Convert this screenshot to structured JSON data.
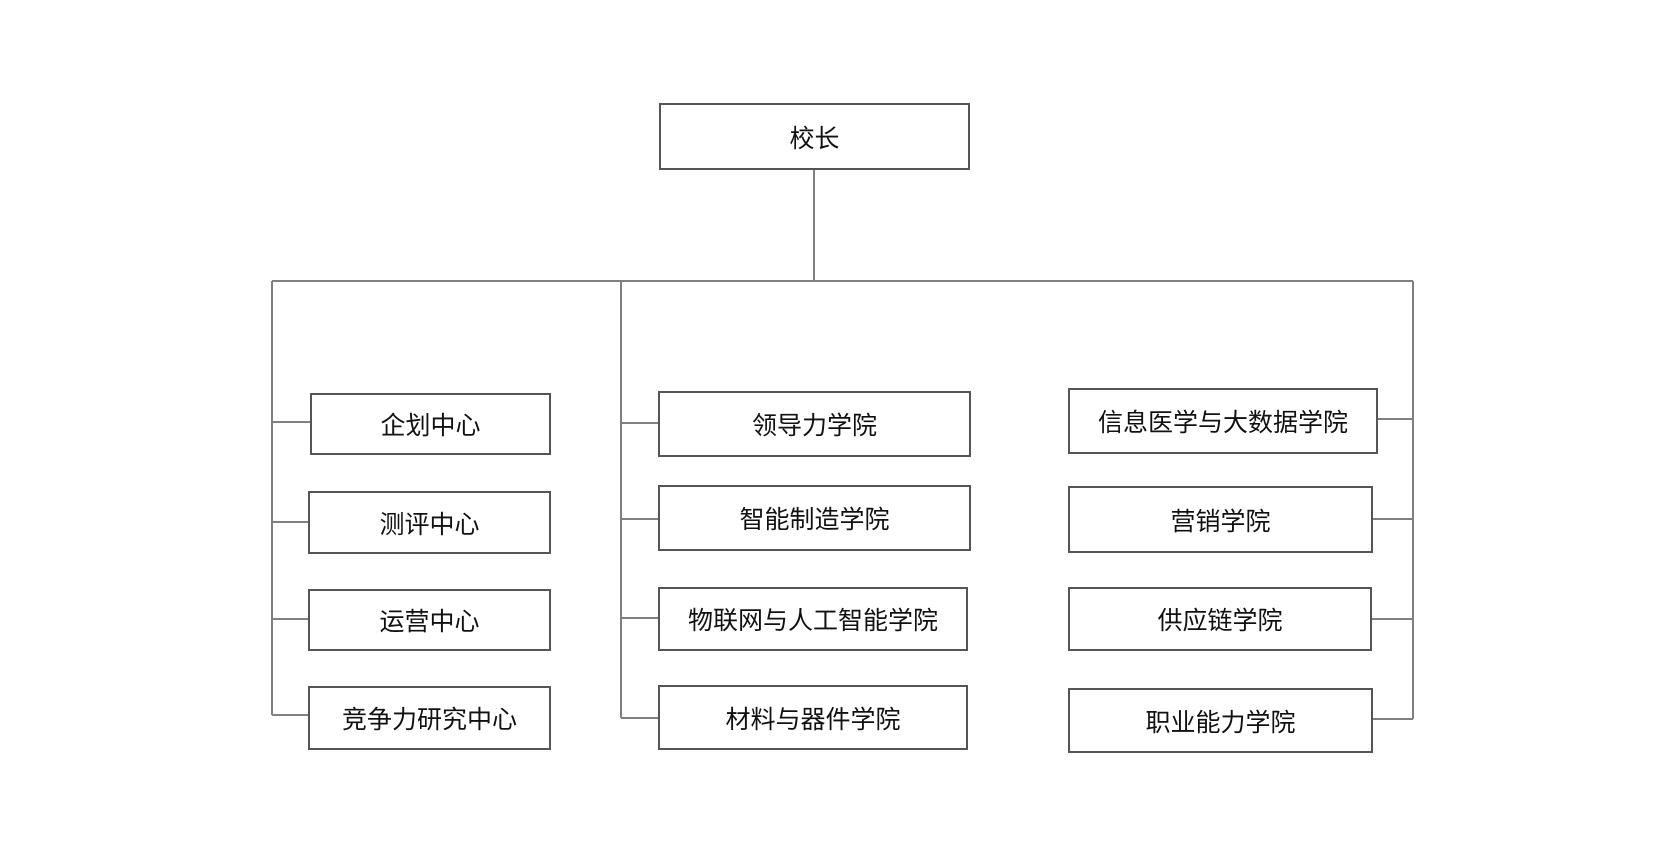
{
  "org_chart": {
    "root": {
      "label": "校长"
    },
    "left_column": [
      {
        "label": "企划中心"
      },
      {
        "label": "测评中心"
      },
      {
        "label": "运营中心"
      },
      {
        "label": "竞争力研究中心"
      }
    ],
    "middle_column": [
      {
        "label": "领导力学院"
      },
      {
        "label": "智能制造学院"
      },
      {
        "label": "物联网与人工智能学院"
      },
      {
        "label": "材料与器件学院"
      }
    ],
    "right_column": [
      {
        "label": "信息医学与大数据学院"
      },
      {
        "label": "营销学院"
      },
      {
        "label": "供应链学院"
      },
      {
        "label": "职业能力学院"
      }
    ]
  },
  "colors": {
    "line": "#808080",
    "box_border": "#555555",
    "text": "#111111",
    "background": "#ffffff"
  }
}
